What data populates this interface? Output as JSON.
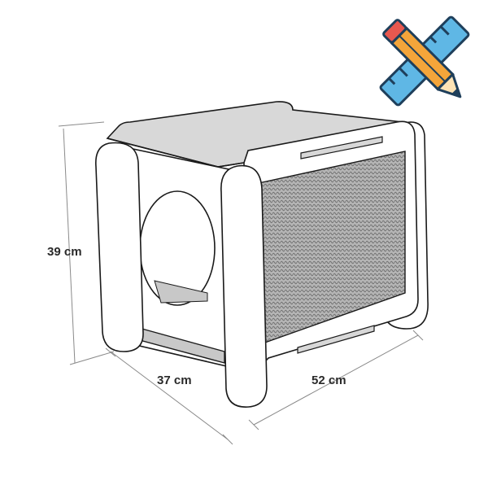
{
  "dimensions": {
    "height": "39 cm",
    "depth": "37 cm",
    "width": "52 cm"
  },
  "icon": "ruler-pencil-icon",
  "colors": {
    "outline": "#1a1a1a",
    "panel": "#ffffff",
    "shelf": "#c8c8c8",
    "mesh": "#9a9a9a",
    "dimension_line": "#8a8a8a",
    "ruler": "#5fb7e5",
    "pencil_body": "#f4a53a",
    "pencil_tip": "#e8584f"
  }
}
